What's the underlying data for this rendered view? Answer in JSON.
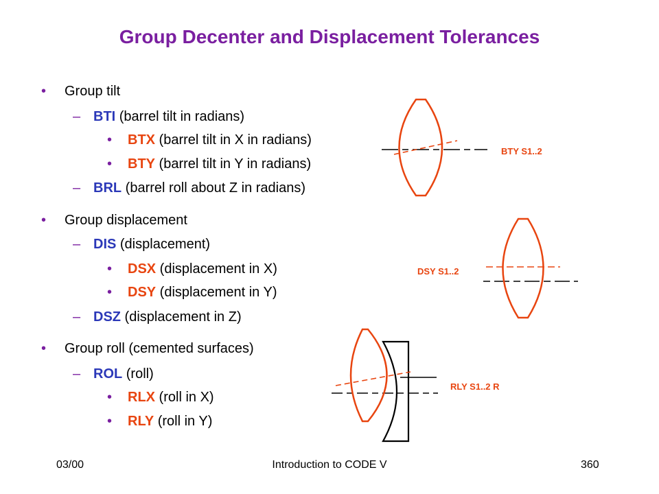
{
  "title": "Group Decenter and Displacement Tolerances",
  "bullet_glyph": "•",
  "dash_glyph": "–",
  "sections": {
    "tilt": {
      "heading": "Group tilt",
      "bti": {
        "code": "BTI",
        "desc": " (barrel tilt in radians)"
      },
      "btx": {
        "code": "BTX",
        "desc": " (barrel tilt in X in radians)"
      },
      "bty": {
        "code": "BTY",
        "desc": " (barrel tilt in Y in radians)"
      },
      "brl": {
        "code": "BRL",
        "desc": " (barrel roll about Z in radians)"
      }
    },
    "displacement": {
      "heading": "Group displacement",
      "dis": {
        "code": "DIS",
        "desc": " (displacement)"
      },
      "dsx": {
        "code": "DSX",
        "desc": " (displacement in X)"
      },
      "dsy": {
        "code": "DSY",
        "desc": " (displacement in Y)"
      },
      "dsz": {
        "code": "DSZ",
        "desc": " (displacement in Z)"
      }
    },
    "roll": {
      "heading": "Group roll (cemented surfaces)",
      "rol": {
        "code": "ROL",
        "desc": " (roll)"
      },
      "rlx": {
        "code": "RLX",
        "desc": " (roll in X)"
      },
      "rly": {
        "code": "RLY",
        "desc": " (roll in Y)"
      }
    }
  },
  "figures": {
    "tilt_label": "BTY S1..2",
    "displacement_label": "DSY S1..2",
    "roll_label": "RLY S1..2 R"
  },
  "footer": {
    "date": "03/00",
    "course": "Introduction to CODE V",
    "page": "360"
  },
  "colors": {
    "title": "#7a1fa0",
    "keyword_blue": "#2b38b8",
    "keyword_red": "#e84510",
    "lens": "#e84510"
  }
}
